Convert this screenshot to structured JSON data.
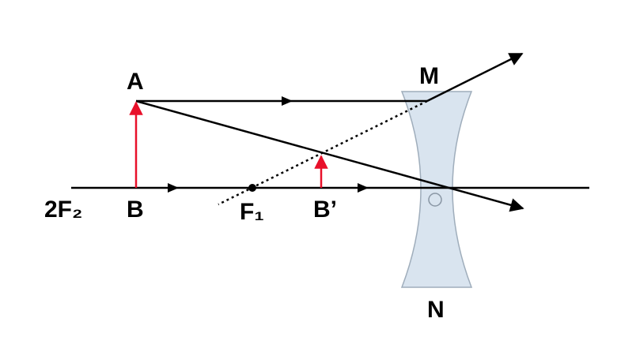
{
  "labels": {
    "A": "A",
    "B": "B",
    "B_prime": "B’",
    "M": "M",
    "N": "N",
    "F1": "F₁",
    "two_F2": "2F₂"
  },
  "colors": {
    "ray": "#000000",
    "object_arrow": "#e8102a",
    "lens_fill": "#d7e3ef",
    "lens_stroke": "#9aa9b8"
  },
  "lens_type": "concave (diverging) lens"
}
